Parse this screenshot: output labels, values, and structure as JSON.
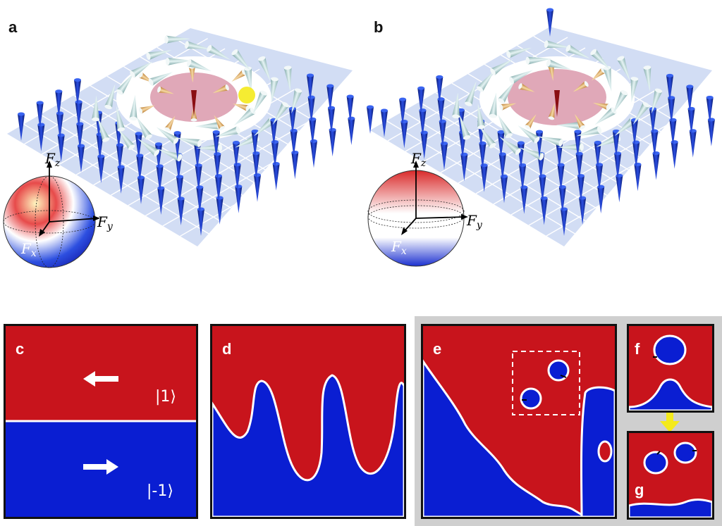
{
  "panels": {
    "a": {
      "letter": "a"
    },
    "b": {
      "letter": "b"
    },
    "c": {
      "letter": "c",
      "top_state": "|1⟩",
      "bottom_state": "|-1⟩"
    },
    "d": {
      "letter": "d"
    },
    "e": {
      "letter": "e"
    },
    "f": {
      "letter": "f"
    },
    "g": {
      "letter": "g"
    }
  },
  "sphere_axes": {
    "z": "F",
    "z_sub": "z",
    "y": "F",
    "y_sub": "y",
    "x": "F",
    "x_sub": "x"
  },
  "colors": {
    "red_domain": "#c8141c",
    "blue_domain": "#0a1ed2",
    "wall": "#ffffff",
    "grid": "#c9d6f2",
    "spin_blue": "#1f3cc8",
    "highlight": "#f4ea1c",
    "gray_background": "#cfcfcf"
  },
  "icons": [
    "arrow-left-icon",
    "arrow-right-icon",
    "arrow-down-icon",
    "spin-cone-icon",
    "bloch-sphere-icon"
  ]
}
